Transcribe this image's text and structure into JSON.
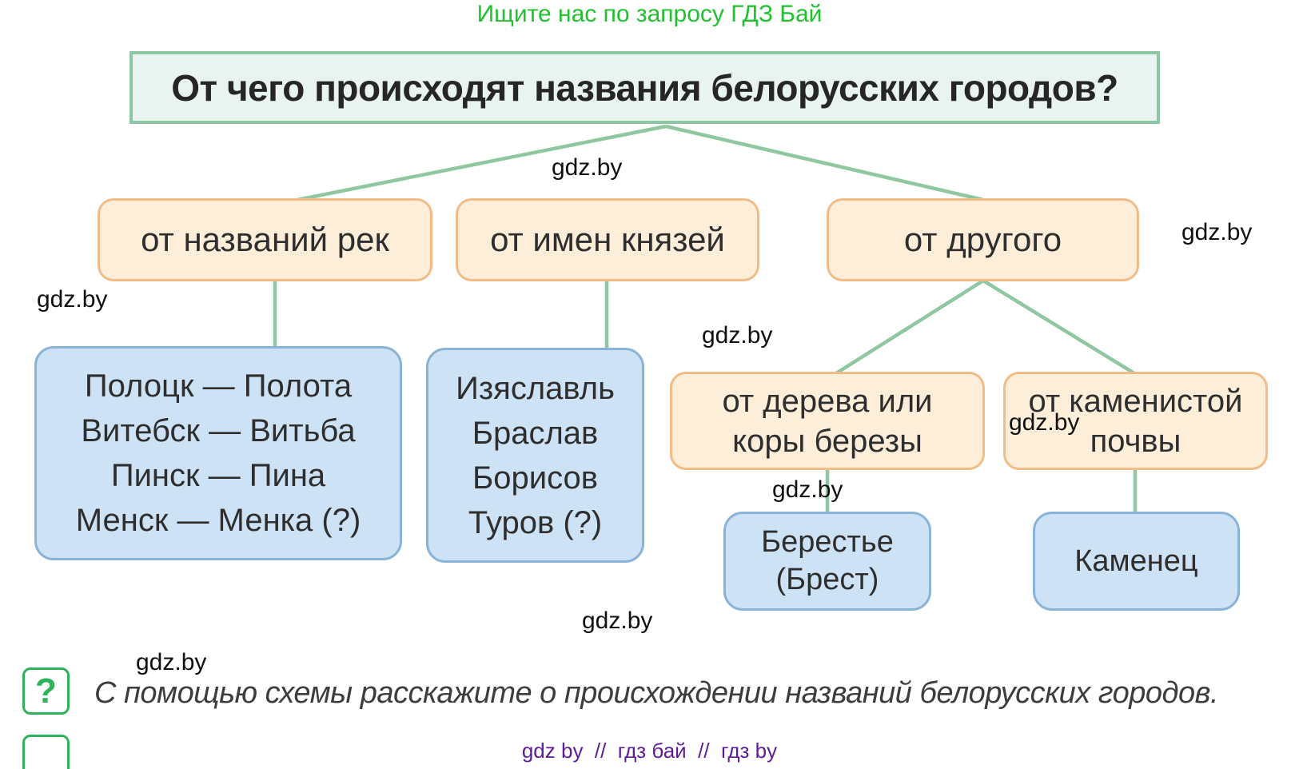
{
  "banner": {
    "text": "Ищите нас по запросу ГДЗ Бай"
  },
  "watermark": {
    "text": "gdz.by"
  },
  "diagram": {
    "title": "От чего происходят названия белорусских городов?",
    "branches": [
      {
        "label": "от названий рек",
        "examples": [
          "Полоцк — Полота",
          "Витебск — Витьба",
          "Пинск — Пина",
          "Менск — Менка (?)"
        ]
      },
      {
        "label": "от имен князей",
        "examples": [
          "Изяславль",
          "Браслав",
          "Борисов",
          "Туров (?)"
        ]
      },
      {
        "label": "от другого",
        "children": [
          {
            "label": "от дерева или коры березы",
            "example": "Берестье (Брест)"
          },
          {
            "label": "от каменистой почвы",
            "example": "Каменец"
          }
        ]
      }
    ]
  },
  "task": {
    "icon": "?",
    "text": "С помощью схемы расскажите о происхождении названий белорусских городов."
  },
  "footer": {
    "text": "gdz by  //  гдз бай  //  гдз by"
  },
  "colors": {
    "banner_green": "#20c12f",
    "connector_green": "#8fc7a1",
    "title_fill": "#e9f4f0",
    "title_border": "#8cc7a3",
    "orange_fill": "#fdeeda",
    "orange_border": "#f2bc87",
    "blue_fill": "#cde3f5",
    "blue_border": "#8ab3d8",
    "icon_green": "#2fb25a",
    "footer_purple": "#5e1c96"
  }
}
